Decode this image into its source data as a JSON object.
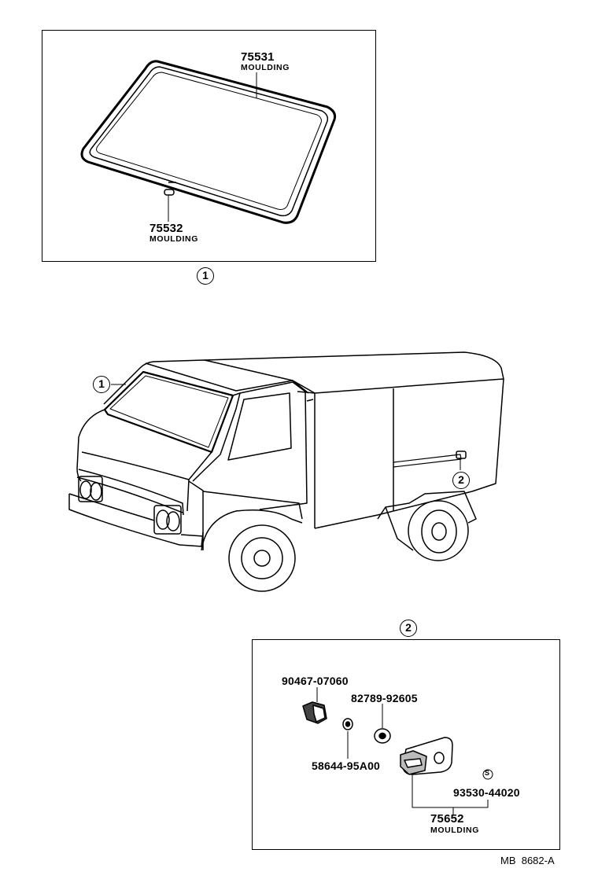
{
  "detail1": {
    "callout": "1",
    "parts": [
      {
        "number": "75531",
        "name": "MOULDING"
      },
      {
        "number": "75532",
        "name": "MOULDING"
      }
    ]
  },
  "vehicle": {
    "callout_windshield": "1",
    "callout_side": "2"
  },
  "detail2": {
    "callout": "2",
    "parts": [
      {
        "number": "90467-07060"
      },
      {
        "number": "82789-92605"
      },
      {
        "number": "58644-95A00"
      },
      {
        "number": "93530-44020",
        "symbol": "S"
      },
      {
        "number": "75652",
        "name": "MOULDING"
      }
    ]
  },
  "footer": {
    "code": "MB  8682-A"
  }
}
